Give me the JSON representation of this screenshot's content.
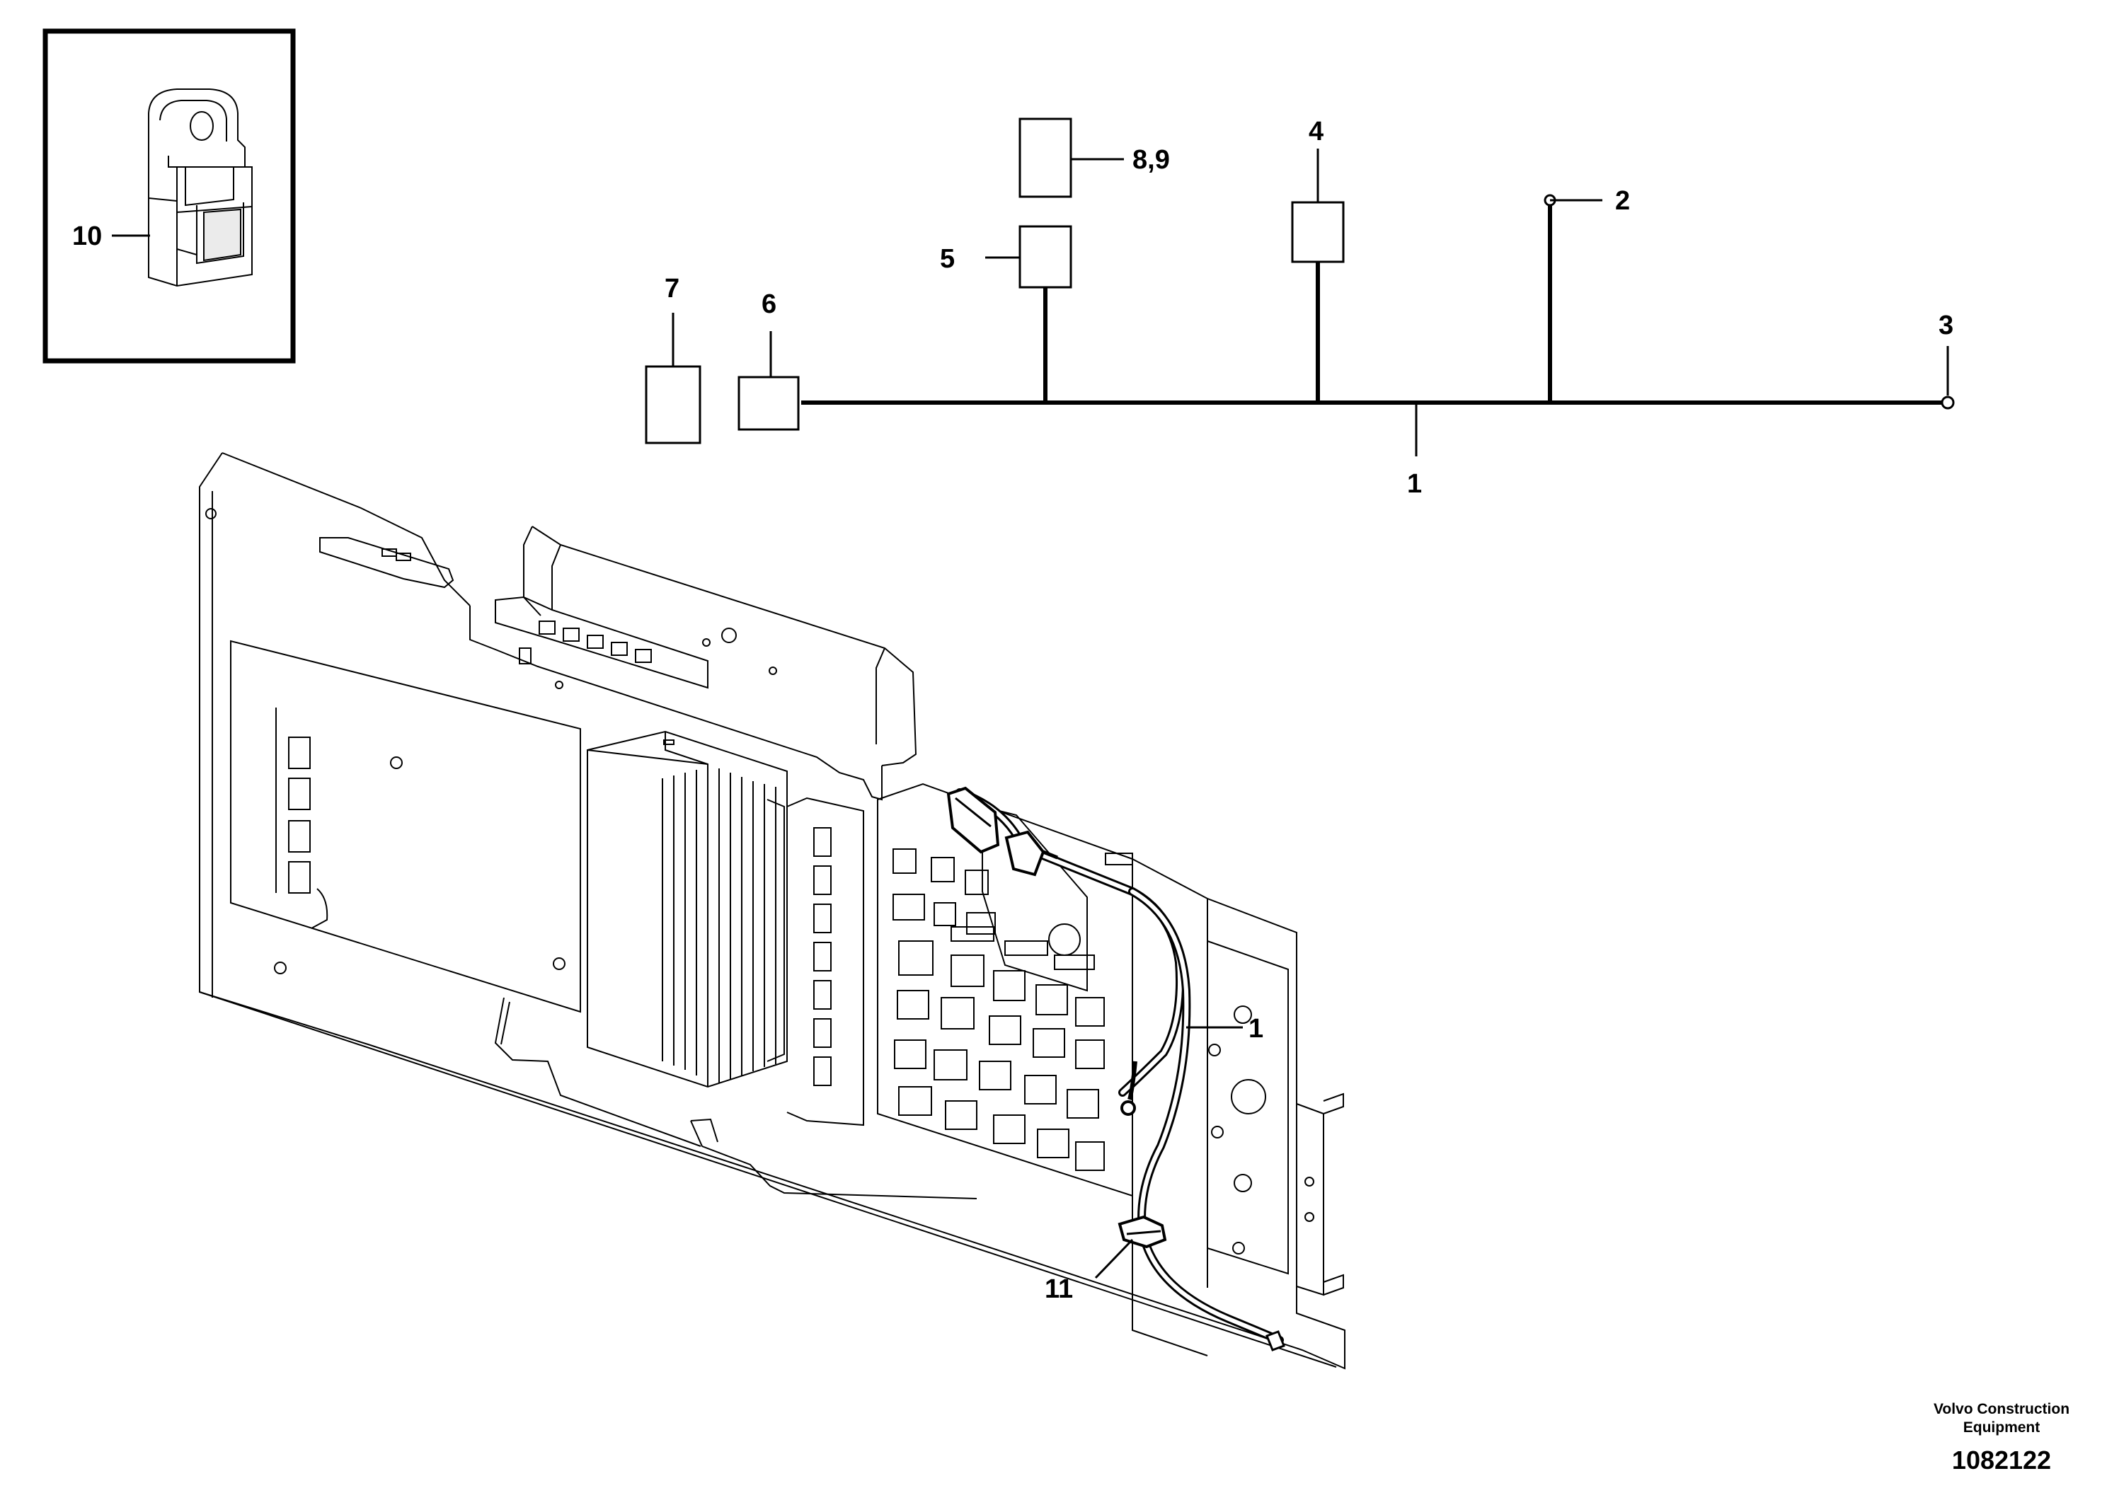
{
  "callouts": {
    "c1_schematic": "1",
    "c2": "2",
    "c3": "3",
    "c4": "4",
    "c5": "5",
    "c6": "6",
    "c7": "7",
    "c89": "8,9",
    "c10": "10",
    "c1_harness": "1",
    "c11": "11"
  },
  "footer": {
    "company_line1": "Volvo Construction",
    "company_line2": "Equipment",
    "drawing_number": "1082122"
  }
}
